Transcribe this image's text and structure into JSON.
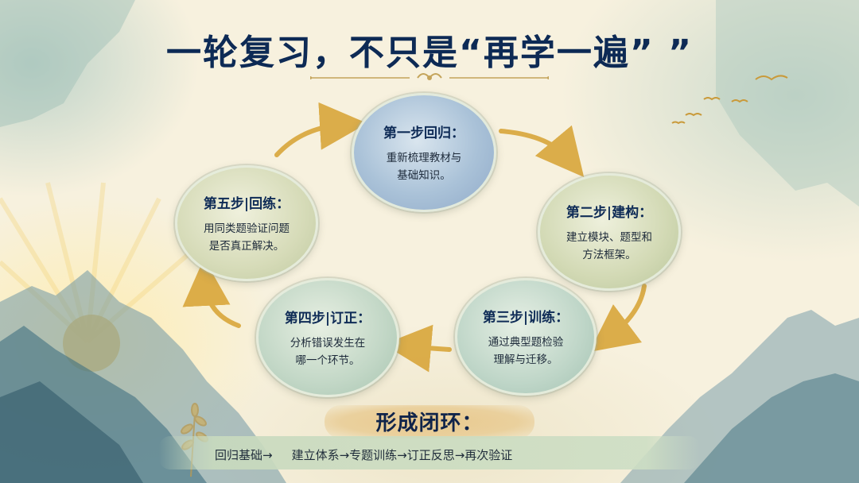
{
  "title": "一轮复习，不只是“再学一遍”    ”",
  "steps": [
    {
      "title": "第一步回归：",
      "desc_line1": "重新梳理教材与",
      "desc_line2": "基础知识。"
    },
    {
      "title": "第二步|建构：",
      "desc_line1": "建立模块、题型和",
      "desc_line2": "方法框架。"
    },
    {
      "title": "第三步|训练：",
      "desc_line1": "通过典型题检验",
      "desc_line2": "理解与迁移。"
    },
    {
      "title": "第四步|订正：",
      "desc_line1": "分析错误发生在",
      "desc_line2": "哪一个环节。"
    },
    {
      "title": "第五步|回练：",
      "desc_line1": "用同类题验证问题",
      "desc_line2": "是否真正解决。"
    }
  ],
  "loop": {
    "title": "形成闭环：",
    "path_part1": "回归基础→",
    "path_part2": "建立体系→专题训练→订正反思→再次验证"
  },
  "colors": {
    "title": "#0d2a55",
    "arrow": "#d9a63a",
    "banner": "#e8c88c",
    "path_bar": "#cddec4"
  }
}
